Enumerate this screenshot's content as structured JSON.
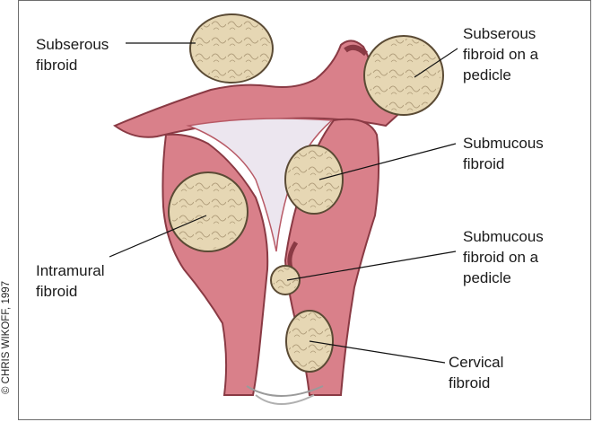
{
  "labels": {
    "subserous": [
      "Subserous",
      "fibroid"
    ],
    "subserous_pedicle": [
      "Subserous",
      "fibroid on a",
      "pedicle"
    ],
    "submucous": [
      "Submucous",
      "fibroid"
    ],
    "intramural": [
      "Intramural",
      "fibroid"
    ],
    "submucous_pedicle": [
      "Submucous",
      "fibroid on a",
      "pedicle"
    ],
    "cervical": [
      "Cervical",
      "fibroid"
    ]
  },
  "credit": "© CHRIS WIKOFF, 1997",
  "colors": {
    "uterine_wall": "#d9808a",
    "uterine_wall_dark": "#b85a66",
    "fibroid_fill": "#e6d7b4",
    "fibroid_swirl": "#9a8664",
    "cavity": "#ece6ef"
  }
}
